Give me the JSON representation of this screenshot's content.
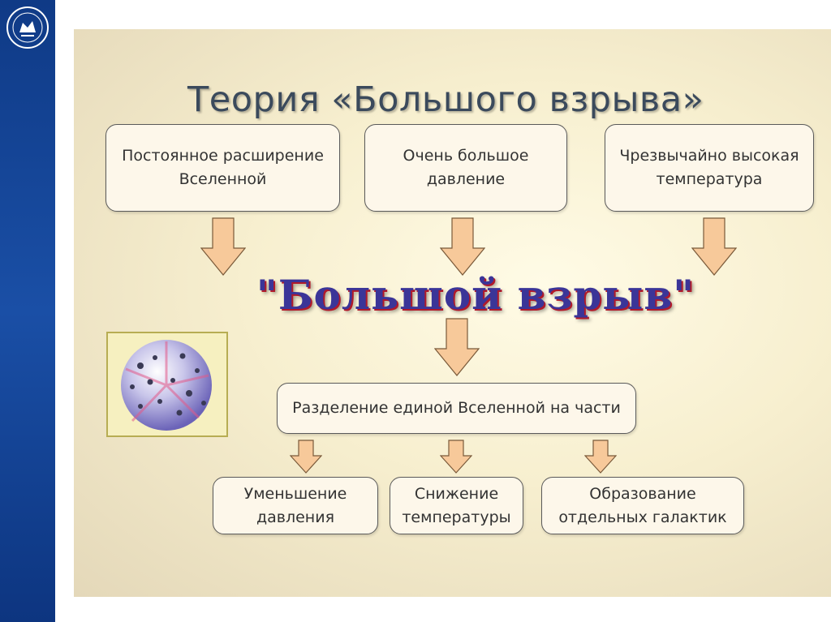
{
  "title": "Теория «Большого взрыва»",
  "top_boxes": [
    {
      "line1": "Постоянное расширение",
      "line2": "Вселенной"
    },
    {
      "line1": "Очень большое",
      "line2": "давление"
    },
    {
      "line1": "Чрезвычайно высокая",
      "line2": "температура"
    }
  ],
  "center_label": "\"Большой взрыв\"",
  "middle_box": "Разделение единой Вселенной на части",
  "bottom_boxes": [
    {
      "line1": "Уменьшение",
      "line2": "давления"
    },
    {
      "line1": "Снижение",
      "line2": "температуры"
    },
    {
      "line1": "Образование",
      "line2": "отдельных галактик"
    }
  ],
  "colors": {
    "sidebar": "#1a4fa6",
    "arrow_fill": "#f7c99a",
    "arrow_stroke": "#7a5a3a",
    "headline": "#3b3598",
    "headline_shadow": "#b11a2a"
  },
  "icons": {
    "logo": "university-seal-icon",
    "illustration": "exploding-sphere-illustration"
  }
}
